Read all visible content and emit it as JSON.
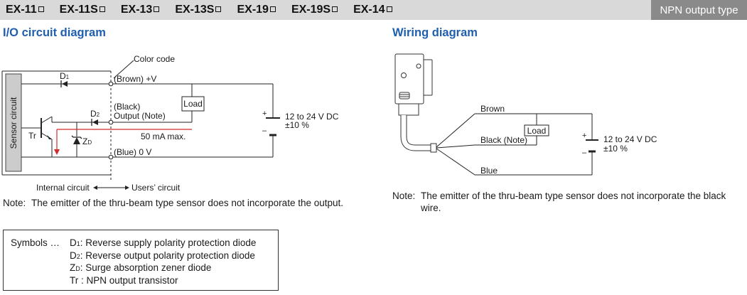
{
  "header": {
    "models": [
      "EX-11",
      "EX-11S",
      "EX-13",
      "EX-13S",
      "EX-19",
      "EX-19S",
      "EX-14"
    ],
    "badge": "NPN output type"
  },
  "io_circuit": {
    "title": "I/O circuit diagram",
    "color_code": "Color code",
    "sensor_circuit": "Sensor circuit",
    "d1": "D",
    "d1_sub": "1",
    "d2": "D",
    "d2_sub": "2",
    "zd": "Z",
    "zd_sub": "D",
    "tr": "Tr",
    "brown": "(Brown) +V",
    "black": "(Black)",
    "output_note": "Output (Note)",
    "load": "Load",
    "current": "50 mA  max.",
    "blue": "(Blue) 0 V",
    "supply_line1": "12 to 24 V DC",
    "supply_line2": "±10 %",
    "plus": "+",
    "minus": "–",
    "internal": "Internal circuit",
    "users": "Users’ circuit",
    "note_label": "Note:",
    "note_text": "The emitter of the thru-beam type sensor does not incorporate the output."
  },
  "wiring": {
    "title": "Wiring diagram",
    "brown": "Brown",
    "black": "Black (Note)",
    "blue": "Blue",
    "load": "Load",
    "supply_line1": "12 to 24 V DC",
    "supply_line2": "±10 %",
    "plus": "+",
    "minus": "–",
    "note_label": "Note:",
    "note_text": "The emitter of the thru-beam type sensor does not incorporate the black wire."
  },
  "symbols": {
    "prefix": "Symbols …",
    "items": [
      {
        "sym": "D",
        "sub": "1",
        "desc": ": Reverse supply polarity protection diode"
      },
      {
        "sym": "D",
        "sub": "2",
        "desc": ": Reverse output polarity protection diode"
      },
      {
        "sym": "Z",
        "sub": "D",
        "desc": ": Surge absorption zener diode"
      },
      {
        "sym": "Tr",
        "sub": "",
        "desc": " : NPN output transistor"
      }
    ]
  },
  "colors": {
    "header_bg": "#d9d9d9",
    "badge_bg": "#8a8a8a",
    "title_blue": "#1f5fae",
    "current_arrow": "#d42a2a",
    "sensor_box": "#cccccc"
  }
}
